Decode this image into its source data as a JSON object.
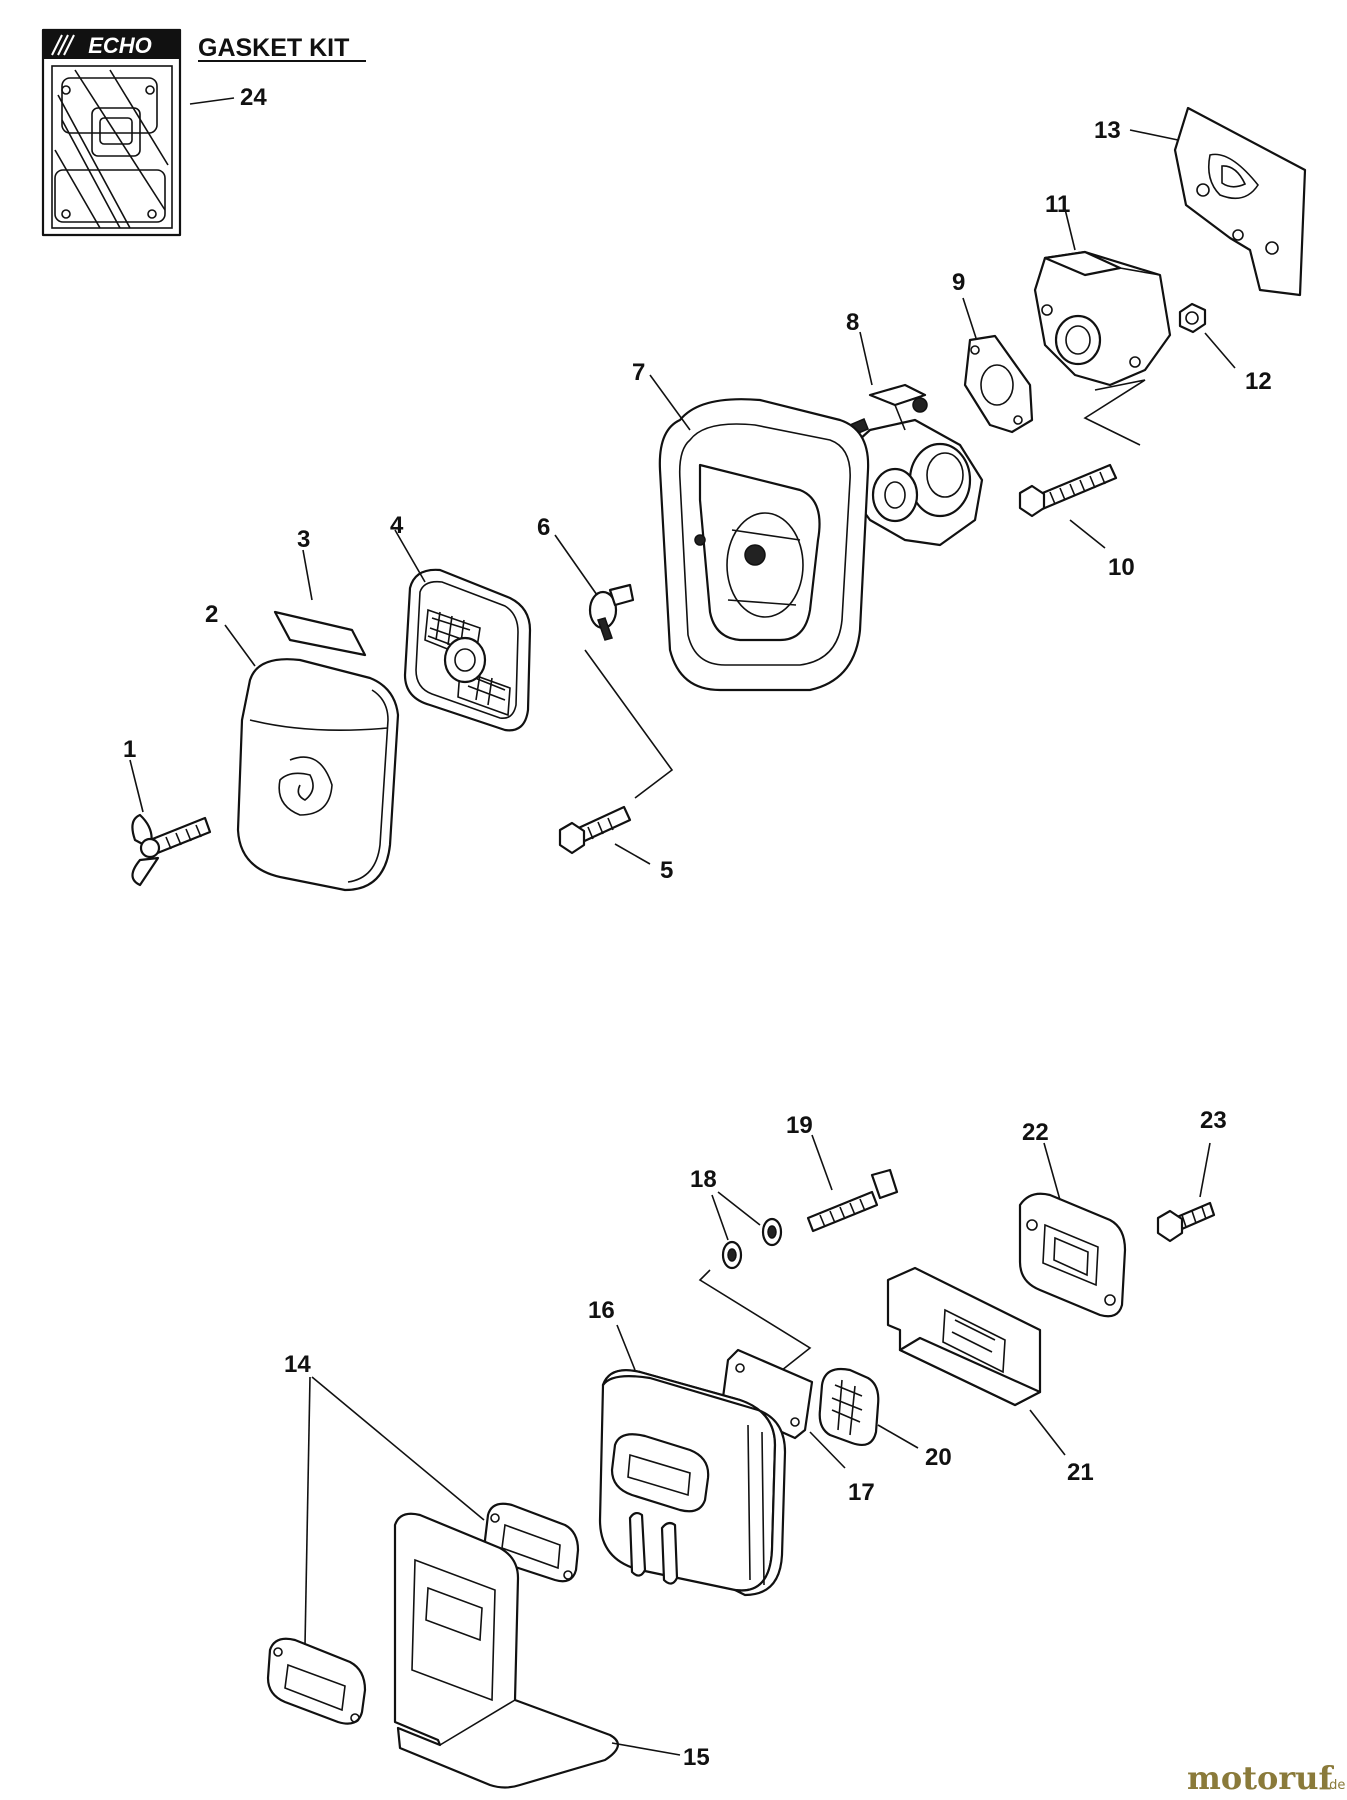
{
  "kit": {
    "brand_logo": "ECHO",
    "title": "GASKET KIT",
    "kit_number": "24"
  },
  "callouts": {
    "c1": "1",
    "c2": "2",
    "c3": "3",
    "c4": "4",
    "c5": "5",
    "c6": "6",
    "c7": "7",
    "c8": "8",
    "c9": "9",
    "c10": "10",
    "c11": "11",
    "c12": "12",
    "c13": "13",
    "c14": "14",
    "c15": "15",
    "c16": "16",
    "c17": "17",
    "c18": "18",
    "c19": "19",
    "c20": "20",
    "c21": "21",
    "c22": "22",
    "c23": "23"
  },
  "watermark": {
    "name": "motoruf",
    "suffix": ".de",
    "color": "#8a7a3a"
  }
}
